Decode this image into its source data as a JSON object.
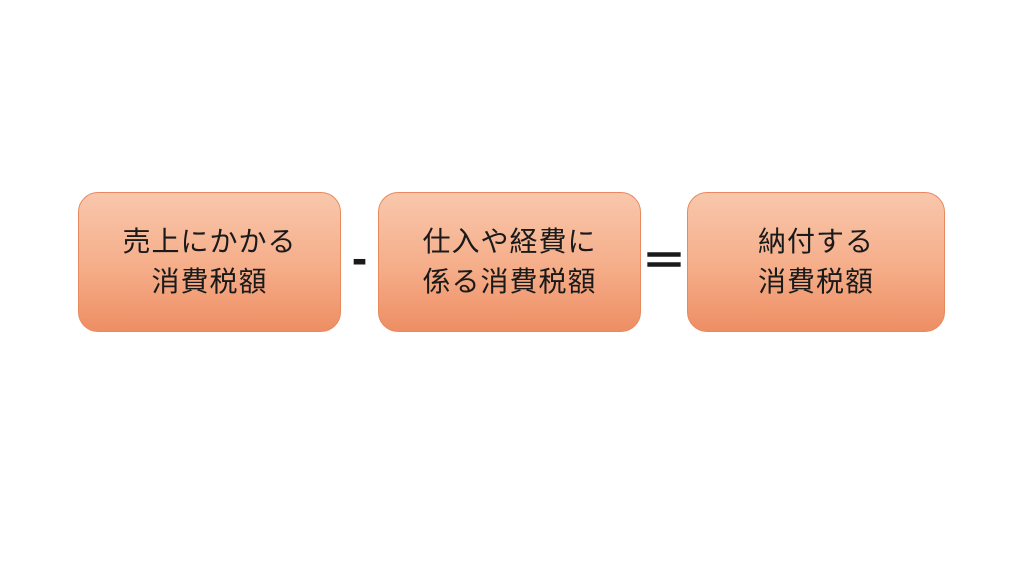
{
  "diagram": {
    "boxes": [
      {
        "line1": "売上にかかる",
        "line2": "消費税額"
      },
      {
        "line1": "仕入や経費に",
        "line2": "係る消費税額"
      },
      {
        "line1": "納付する",
        "line2": "消費税額"
      }
    ],
    "operators": {
      "minus": "-",
      "equals": "＝"
    },
    "colors": {
      "box_gradient_top": "#f9c7ac",
      "box_gradient_bottom": "#ee8e64",
      "box_border": "#e78a5f",
      "text": "#1a1a1a",
      "background": "#ffffff"
    }
  }
}
